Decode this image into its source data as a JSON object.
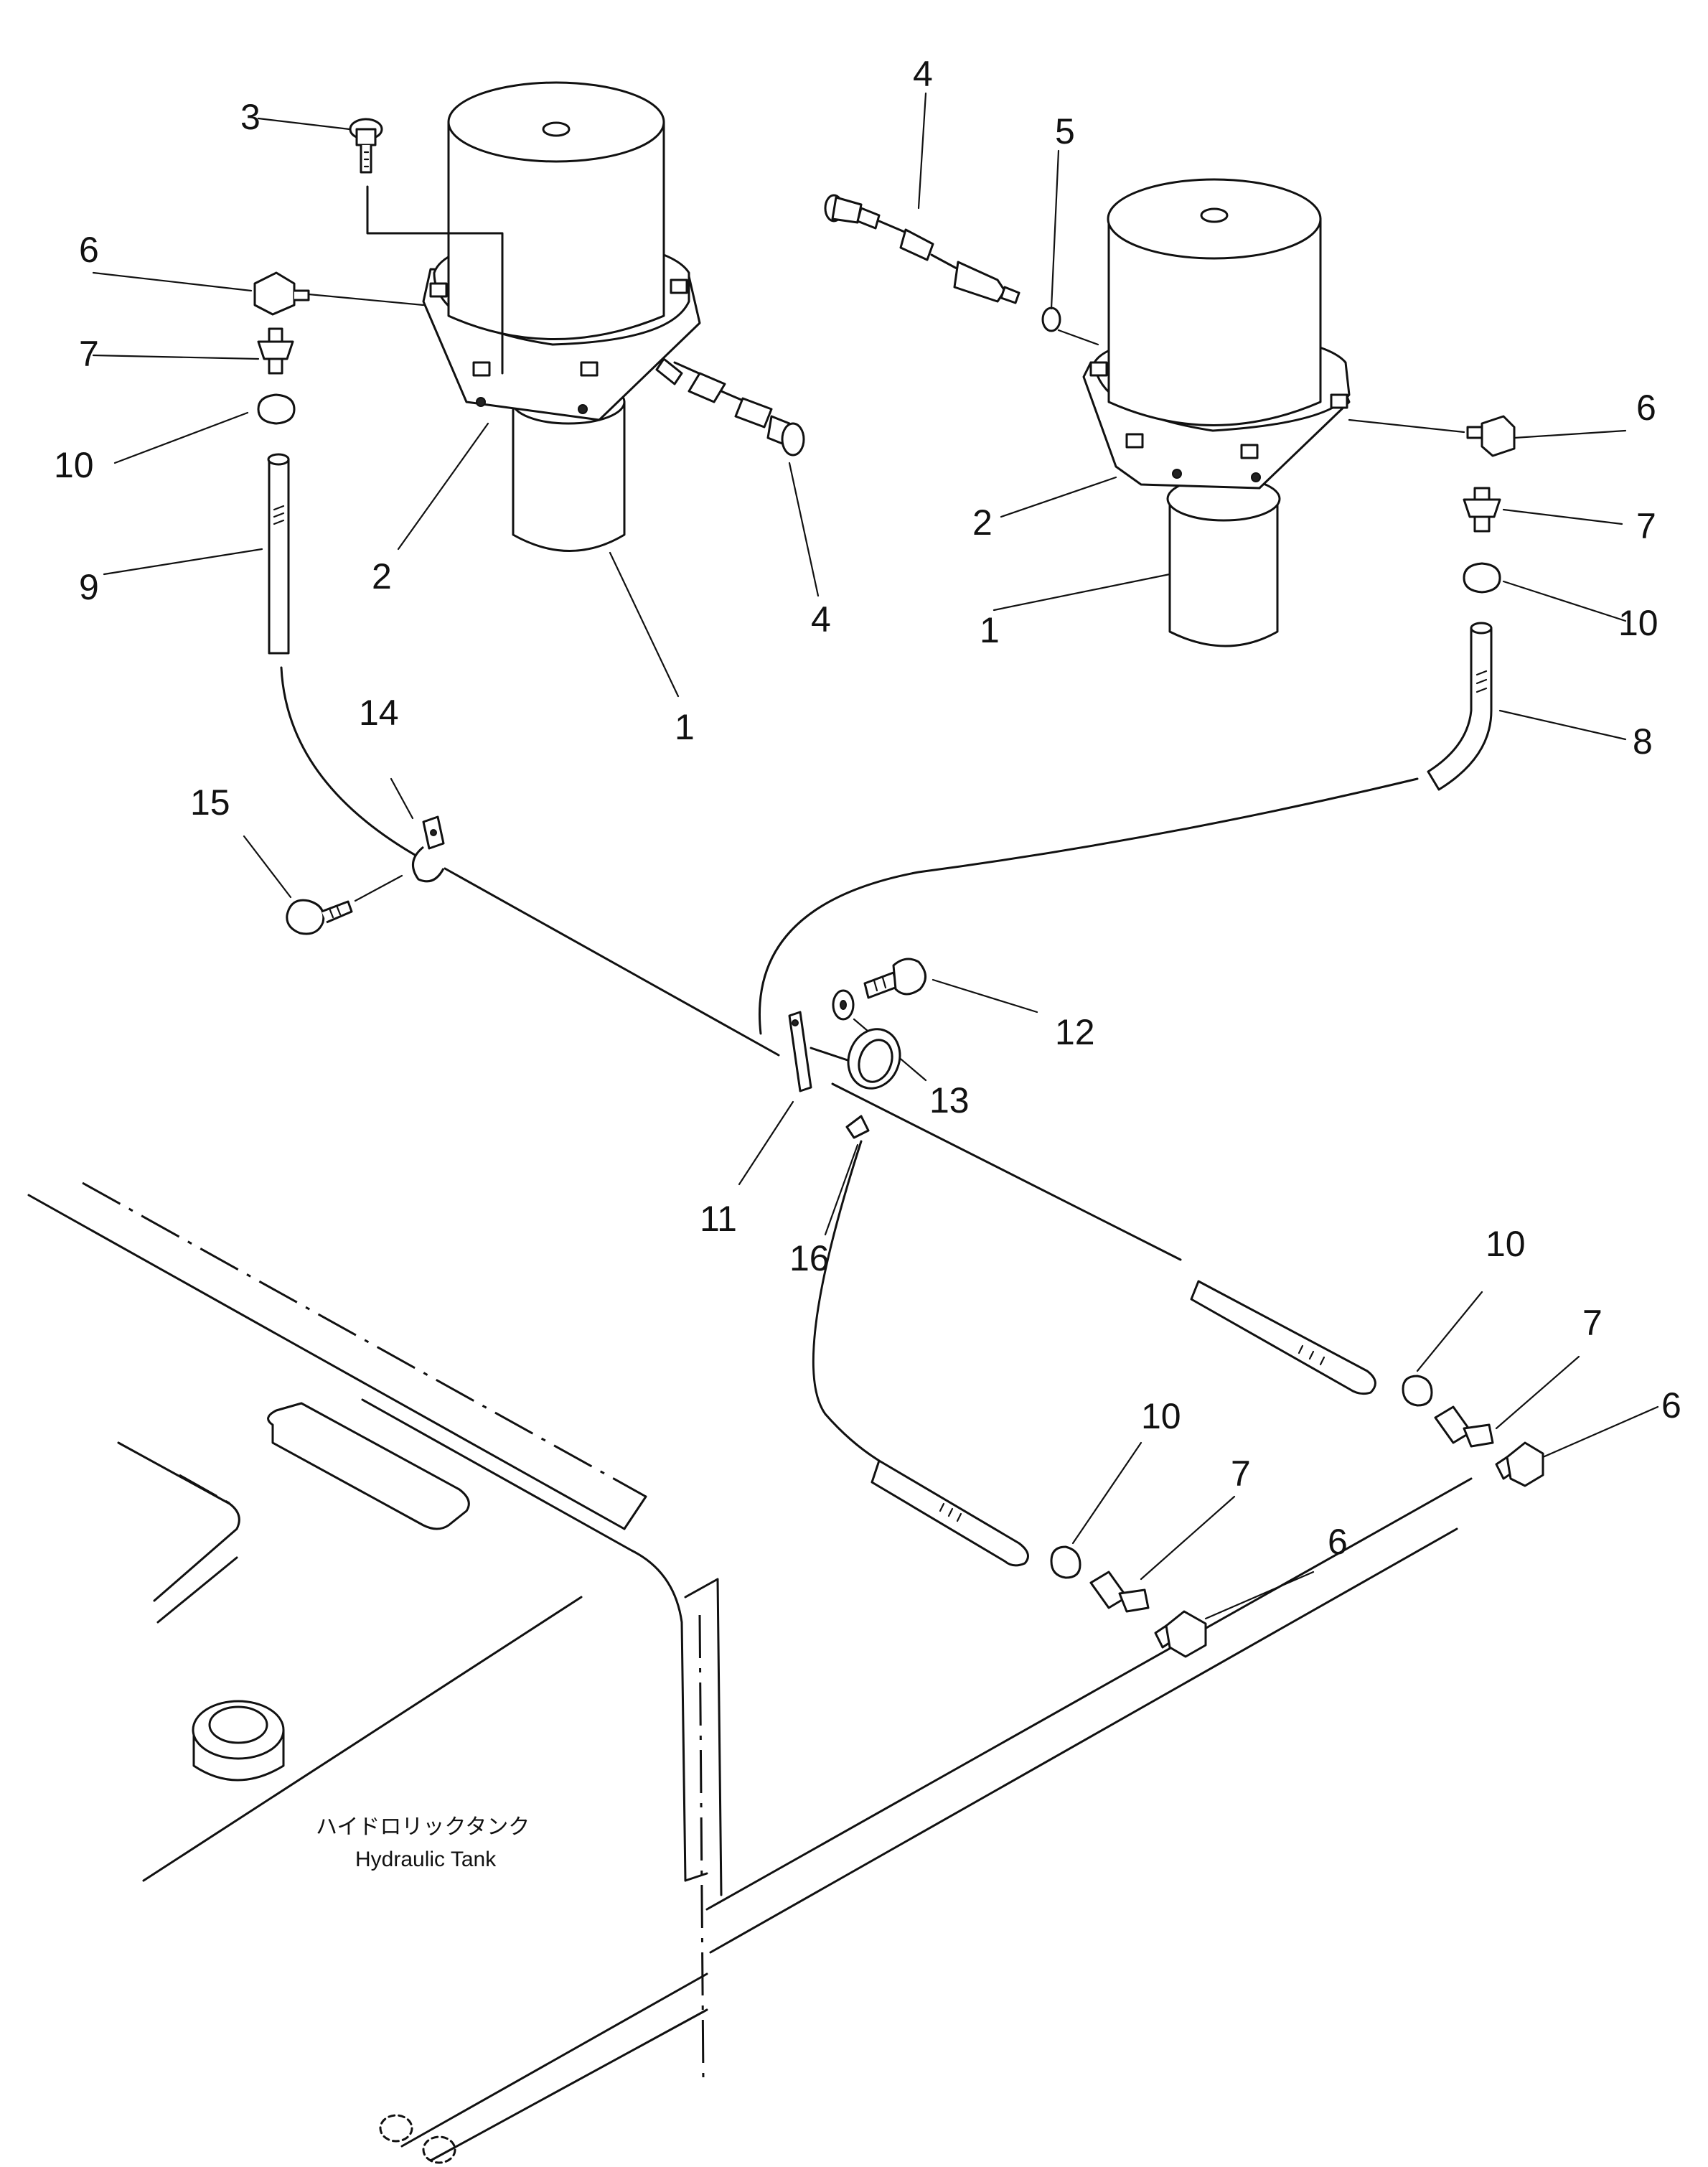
{
  "tank_label": {
    "japanese": "ハイドロリックタンク",
    "english": "Hydraulic Tank"
  },
  "callouts": {
    "c1a": "1",
    "c1b": "1",
    "c2a": "2",
    "c2b": "2",
    "c3": "3",
    "c4a": "4",
    "c4b": "4",
    "c5": "5",
    "c6a": "6",
    "c6b": "6",
    "c6c": "6",
    "c6d": "6",
    "c7a": "7",
    "c7b": "7",
    "c7c": "7",
    "c7d": "7",
    "c8": "8",
    "c9": "9",
    "c10a": "10",
    "c10b": "10",
    "c10c": "10",
    "c10d": "10",
    "c11": "11",
    "c12": "12",
    "c13": "13",
    "c14": "14",
    "c15": "15",
    "c16": "16"
  }
}
